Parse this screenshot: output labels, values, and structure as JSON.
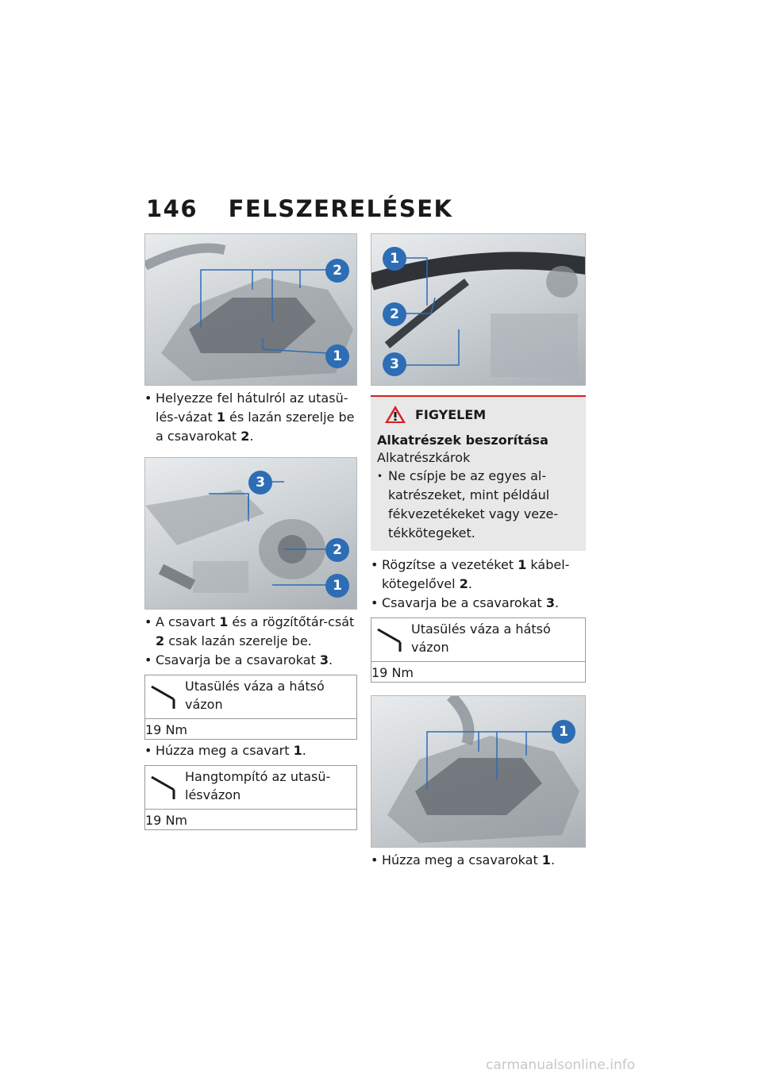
{
  "header": {
    "page_number": "146",
    "title": "FELSZERELÉSEK"
  },
  "left": {
    "fig1_callouts": [
      "2",
      "1"
    ],
    "step1": {
      "text": "Helyezze fel hátulról az utasü-lés-vázat ",
      "ref1": "1",
      "mid": " és lazán szerelje be a csavarokat ",
      "ref2": "2",
      "end": "."
    },
    "fig2_callouts": [
      "3",
      "2",
      "1"
    ],
    "step2": {
      "text": "A csavart ",
      "ref1": "1",
      "mid": " és a rögzítőtár-csát ",
      "ref2": "2",
      "end": " csak lazán szerelje be."
    },
    "step3": {
      "text": "Csavarja be a csavarokat ",
      "ref": "3",
      "end": "."
    },
    "torque1": {
      "desc": "Utasülés váza a hátsó vázon",
      "value": "19 Nm"
    },
    "step4": {
      "text": "Húzza meg a csavart ",
      "ref": "1",
      "end": "."
    },
    "torque2": {
      "desc": "Hangtompító az utasü-lésvázon",
      "value": "19 Nm"
    }
  },
  "right": {
    "fig3_callouts": [
      "1",
      "2",
      "3"
    ],
    "warning": {
      "title": "FIGYELEM",
      "subtitle": "Alkatrészek beszorítása",
      "text": "Alkatrészkárok",
      "bullet": "Ne csípje be az egyes al-katrészeket, mint például fékvezetékeket vagy veze-tékkötegeket."
    },
    "step5": {
      "text": "Rögzítse a vezetéket ",
      "ref1": "1",
      "mid": " kábel-kötegelővel ",
      "ref2": "2",
      "end": "."
    },
    "step6": {
      "text": "Csavarja be a csavarokat ",
      "ref": "3",
      "end": "."
    },
    "torque3": {
      "desc": "Utasülés váza a hátsó vázon",
      "value": "19 Nm"
    },
    "fig4_callouts": [
      "1"
    ],
    "step7": {
      "text": "Húzza meg a csavarokat ",
      "ref": "1",
      "end": "."
    }
  },
  "watermark": "carmanualsonline.info",
  "colors": {
    "callout": "#2d6db5",
    "warning_line": "#d62020",
    "warning_bg": "#e8e8e8"
  }
}
